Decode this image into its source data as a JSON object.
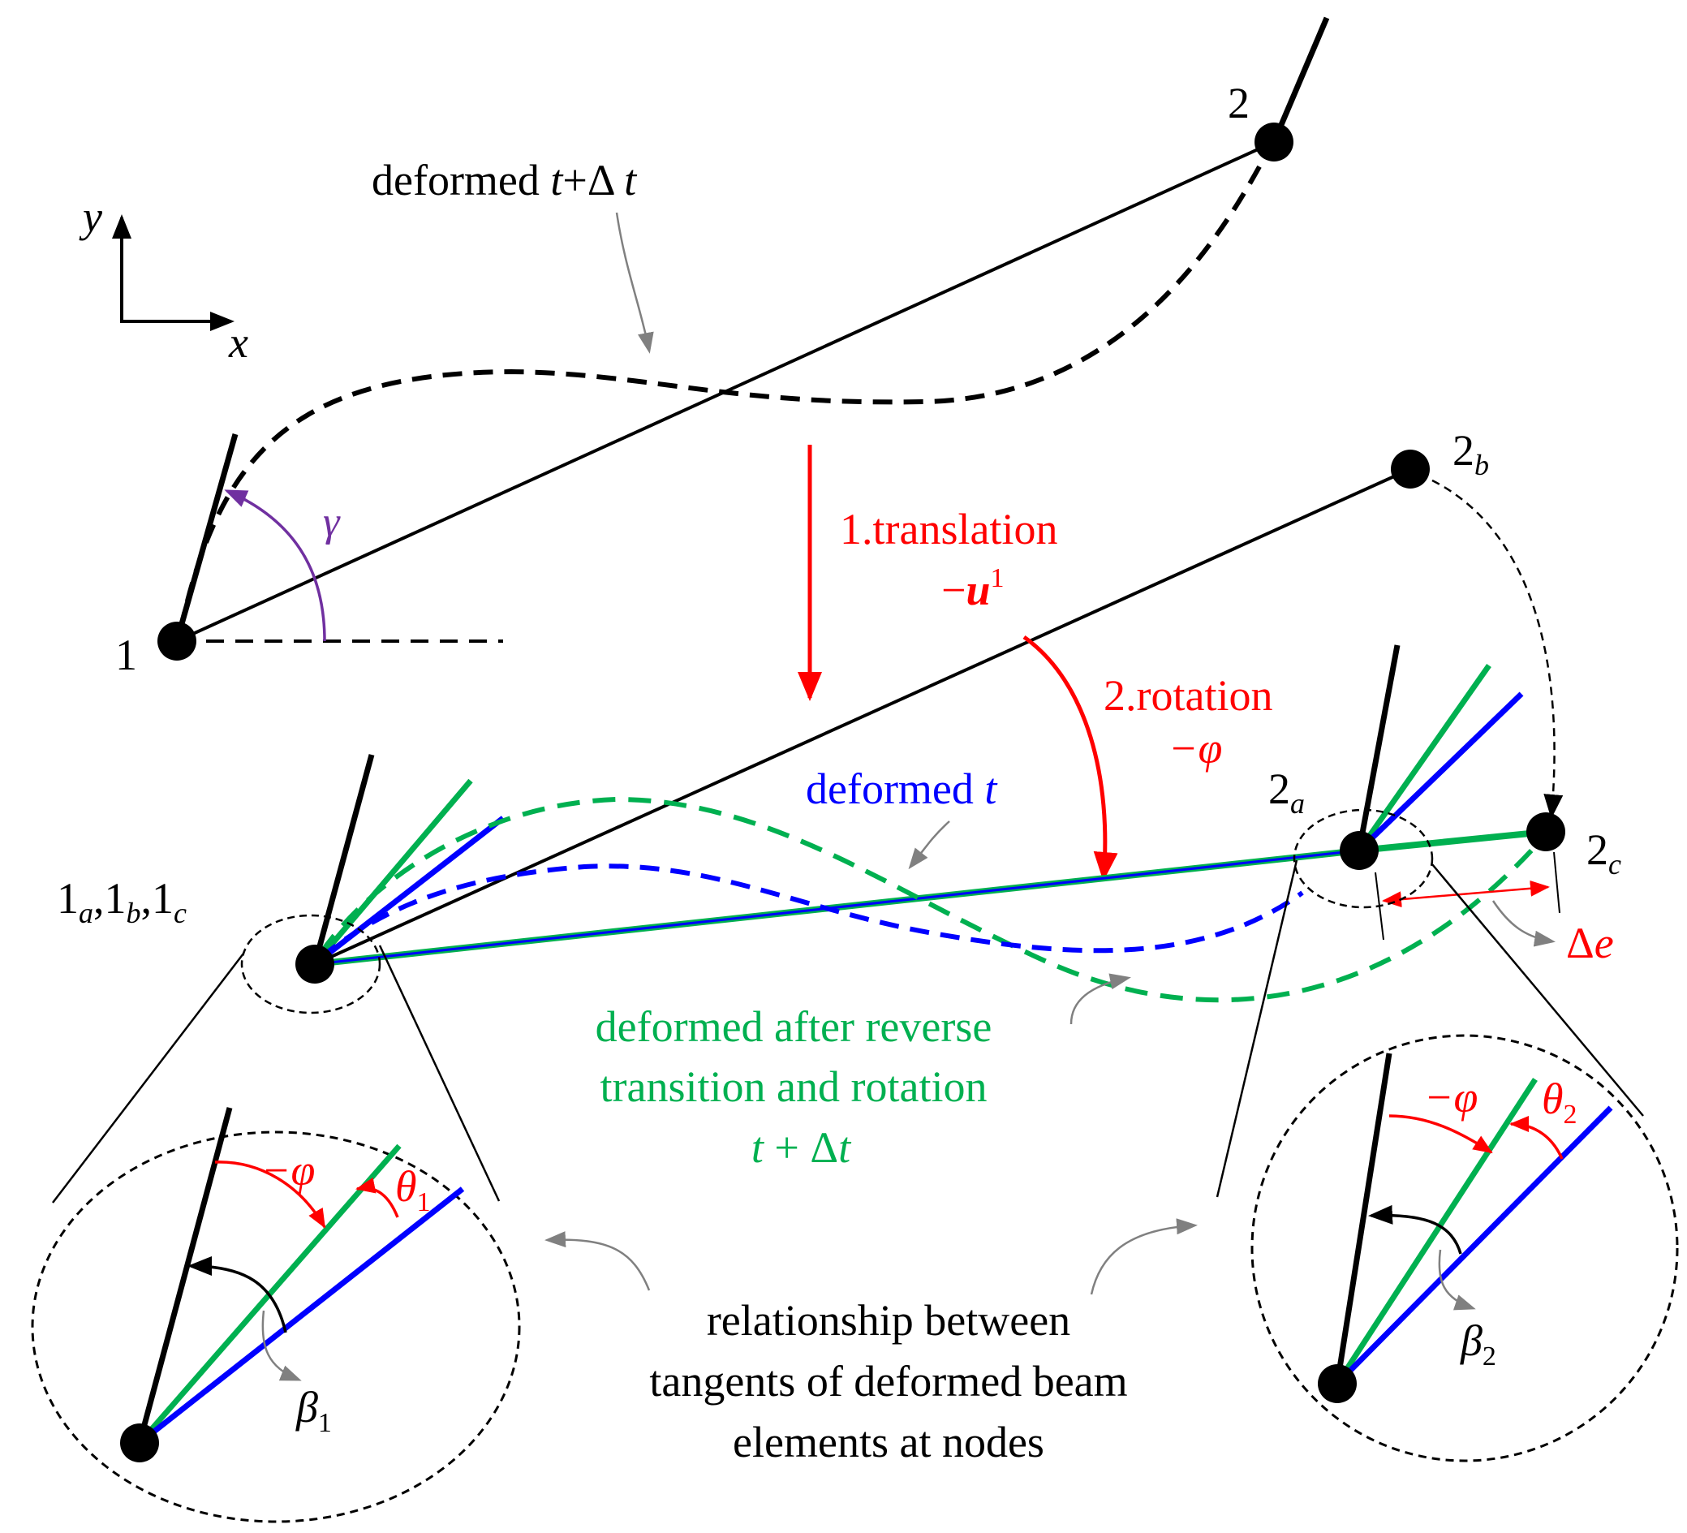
{
  "colors": {
    "black": "#000000",
    "red": "#ff0000",
    "blue": "#0000ff",
    "green": "#00b050",
    "purple": "#7030a0",
    "gray": "#808080"
  },
  "axes": {
    "y": "y",
    "x": "x"
  },
  "nodes": {
    "n1": "1",
    "n2": "2",
    "n2b_base": "2",
    "n2b_sub": "b",
    "n2a_base": "2",
    "n2a_sub": "a",
    "n2c_base": "2",
    "n2c_sub": "c",
    "n1abc": {
      "a": "1",
      "a_sub": "a",
      "sep1": ",",
      "b": "1",
      "b_sub": "b",
      "sep2": ",",
      "c": "1",
      "c_sub": "c"
    }
  },
  "labels": {
    "deformed_tdt": {
      "word": "deformed ",
      "t1": "t",
      "op": "+Δ ",
      "t2": "t"
    },
    "gamma": "γ",
    "translation": {
      "line1": "1.translation",
      "minus": "−",
      "u": "u",
      "sup": "1"
    },
    "rotation": {
      "line1": "2.rotation",
      "line2": "−φ"
    },
    "deformed_t": {
      "word": "deformed ",
      "t": "t"
    },
    "delta_e": {
      "delta": "Δ",
      "e": "e"
    },
    "deformed_after": {
      "line1": "deformed after reverse",
      "line2": "transition and rotation",
      "t1": "t",
      "op": " + Δ",
      "t2": "t"
    },
    "relationship": {
      "line1": "relationship between",
      "line2": "tangents of deformed beam",
      "line3": "elements at nodes"
    },
    "zoom_left": {
      "phi": "−φ",
      "theta": "θ",
      "theta_sub": "1",
      "beta": "β",
      "beta_sub": "1"
    },
    "zoom_right": {
      "phi": "−φ",
      "theta": "θ",
      "theta_sub": "2",
      "beta": "β",
      "beta_sub": "2"
    }
  }
}
